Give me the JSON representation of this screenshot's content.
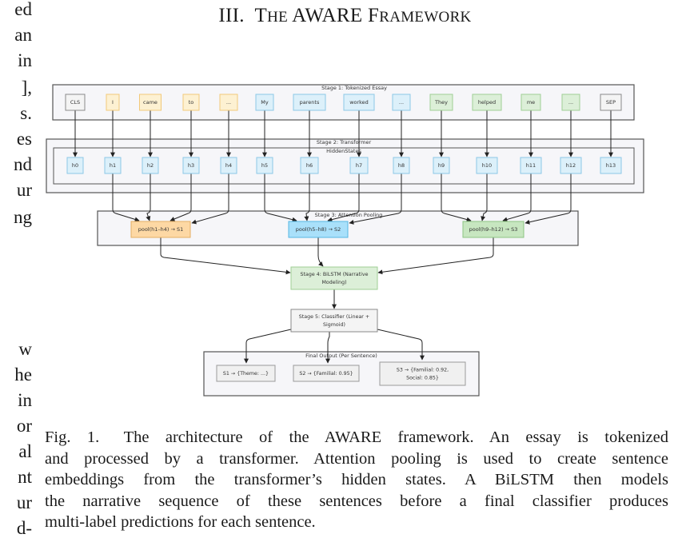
{
  "left_margin_fragments": [
    "ed",
    "an",
    "in",
    "],",
    "s.",
    "es",
    "nd",
    "ur",
    "ng",
    "w",
    "he",
    "in",
    "or",
    "al",
    "nt",
    "ur",
    "d-"
  ],
  "section_heading": {
    "number": "III.",
    "title_parts": [
      {
        "text": "T",
        "small": false
      },
      {
        "text": "HE ",
        "small": true
      },
      {
        "text": "AWARE F",
        "small": false
      },
      {
        "text": "RAMEWORK",
        "small": true
      }
    ]
  },
  "diagram": {
    "colors": {
      "yellow_fill": "#fdf1d2",
      "yellow_stroke": "#f1c97a",
      "blue_fill": "#dcf0fa",
      "blue_stroke": "#8cc8e6",
      "green_fill": "#dcefd8",
      "green_stroke": "#9fcf95",
      "gray_fill": "#f4f4f4",
      "gray_stroke": "#8a8a8a",
      "orange_fill": "#fdd8a4",
      "orange_stroke": "#e4ae63",
      "cyan_fill": "#a9e0fa",
      "cyan_stroke": "#55b7e3",
      "pool_green_fill": "#c7e6c0",
      "pool_green_stroke": "#8cc482",
      "stage_fill": "#f6f6f9",
      "stage_stroke": "#555555"
    },
    "stage1": {
      "label": "Stage 1: Tokenized Essay",
      "tokens": [
        {
          "text": "CLS",
          "group": "special"
        },
        {
          "text": "I",
          "group": "s1"
        },
        {
          "text": "came",
          "group": "s1"
        },
        {
          "text": "to",
          "group": "s1"
        },
        {
          "text": "...",
          "group": "s1"
        },
        {
          "text": "My",
          "group": "s2"
        },
        {
          "text": "parents",
          "group": "s2"
        },
        {
          "text": "worked",
          "group": "s2"
        },
        {
          "text": "...",
          "group": "s2"
        },
        {
          "text": "They",
          "group": "s3"
        },
        {
          "text": "helped",
          "group": "s3"
        },
        {
          "text": "me",
          "group": "s3"
        },
        {
          "text": "...",
          "group": "s3"
        },
        {
          "text": "SEP",
          "group": "special"
        }
      ]
    },
    "stage2": {
      "label": "Stage 2: Transformer",
      "inner_label": "HiddenStates",
      "hidden_states": [
        "h0",
        "h1",
        "h2",
        "h3",
        "h4",
        "h5",
        "h6",
        "h7",
        "h8",
        "h9",
        "h10",
        "h11",
        "h12",
        "h13"
      ]
    },
    "stage3": {
      "label": "Stage 3: Attention Pooling",
      "pools": [
        {
          "text": "pool(h1–h4) → S1",
          "inputs": [
            1,
            2,
            3,
            4
          ]
        },
        {
          "text": "pool(h5–h8) → S2",
          "inputs": [
            5,
            6,
            7,
            8
          ]
        },
        {
          "text": "pool(h9–h12) → S3",
          "inputs": [
            9,
            10,
            11,
            12
          ]
        }
      ]
    },
    "stage4": {
      "lines": [
        "Stage 4: BiLSTM (Narrative",
        "Modeling)"
      ]
    },
    "stage5": {
      "lines": [
        "Stage 5: Classifier (Linear +",
        "Sigmoid)"
      ]
    },
    "final_output": {
      "label": "Final Output (Per Sentence)",
      "items": [
        {
          "lines": [
            "S1 → {Theme: ...}"
          ]
        },
        {
          "lines": [
            "S2 → {Familial: 0.95}"
          ]
        },
        {
          "lines": [
            "S3 → {Familial: 0.92,",
            "Social: 0.85}"
          ]
        }
      ]
    }
  },
  "caption": {
    "lines": [
      "Fig. 1.  The architecture of the AWARE framework. An essay is tokenized",
      "and processed by a transformer. Attention pooling is used to create sentence",
      "embeddings from the transformer’s hidden states. A BiLSTM then models",
      "the narrative sequence of these sentences before a final classifier produces",
      "multi-label predictions for each sentence."
    ]
  }
}
